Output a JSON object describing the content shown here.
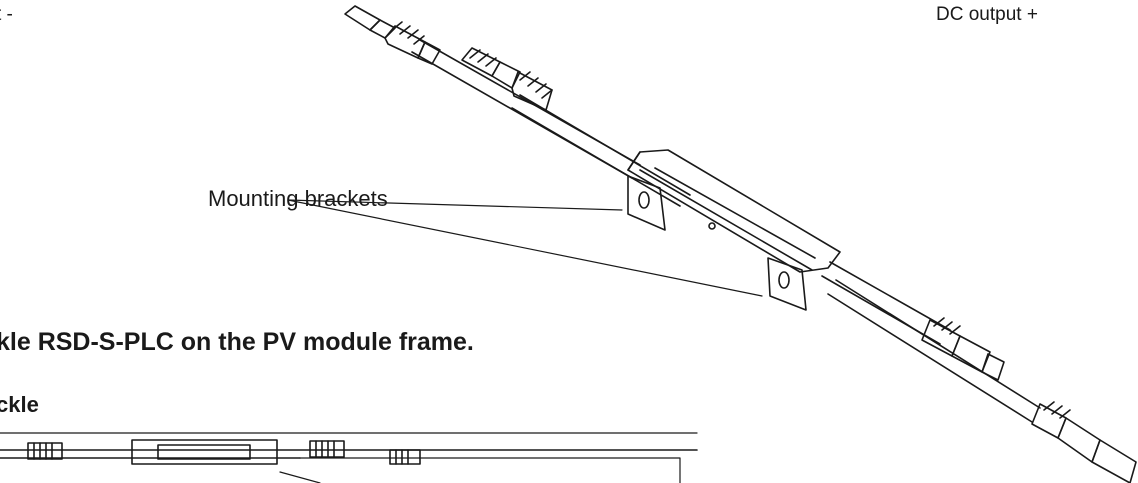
{
  "labels": {
    "dc_output_minus": "t -",
    "dc_output_plus": "DC output +",
    "mounting_brackets": "Mounting brackets",
    "heading": "kle RSD-S-PLC on the PV module frame.",
    "subheading": "ckle"
  }
}
